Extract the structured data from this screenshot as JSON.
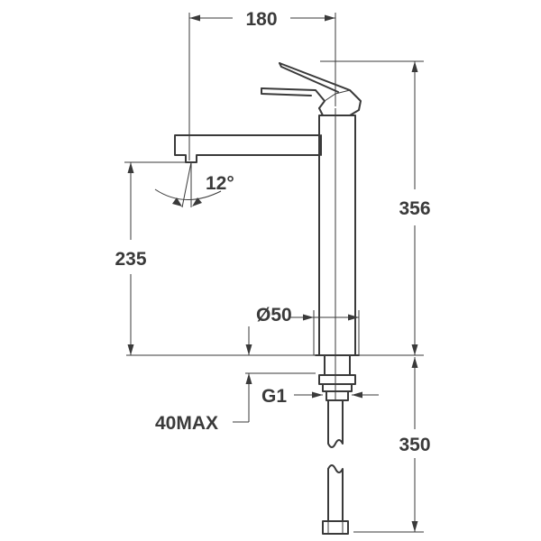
{
  "dimensions": {
    "overall_width": "180",
    "total_height": "356",
    "spout_height": "235",
    "spout_angle": "12°",
    "body_diameter": "Ø50",
    "thread": "G1",
    "max_deck_thickness": "40MAX",
    "hose_length": "350"
  },
  "colors": {
    "line": "#3a3a3a",
    "background": "#ffffff"
  }
}
